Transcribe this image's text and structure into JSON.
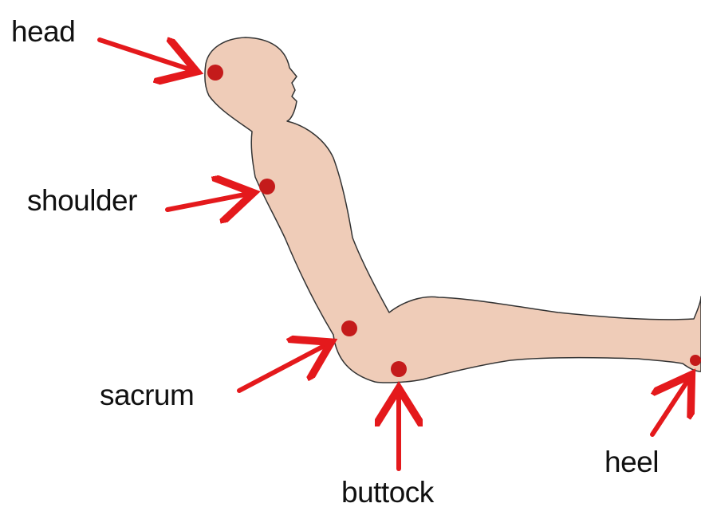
{
  "labels": {
    "head": "head",
    "shoulder": "shoulder",
    "sacrum": "sacrum",
    "buttock": "buttock",
    "heel": "heel"
  },
  "colors": {
    "skin": "#efccb8",
    "outline": "#333333",
    "pressure_point": "#c41b1b",
    "arrow": "#e4191c",
    "text": "#111111"
  }
}
